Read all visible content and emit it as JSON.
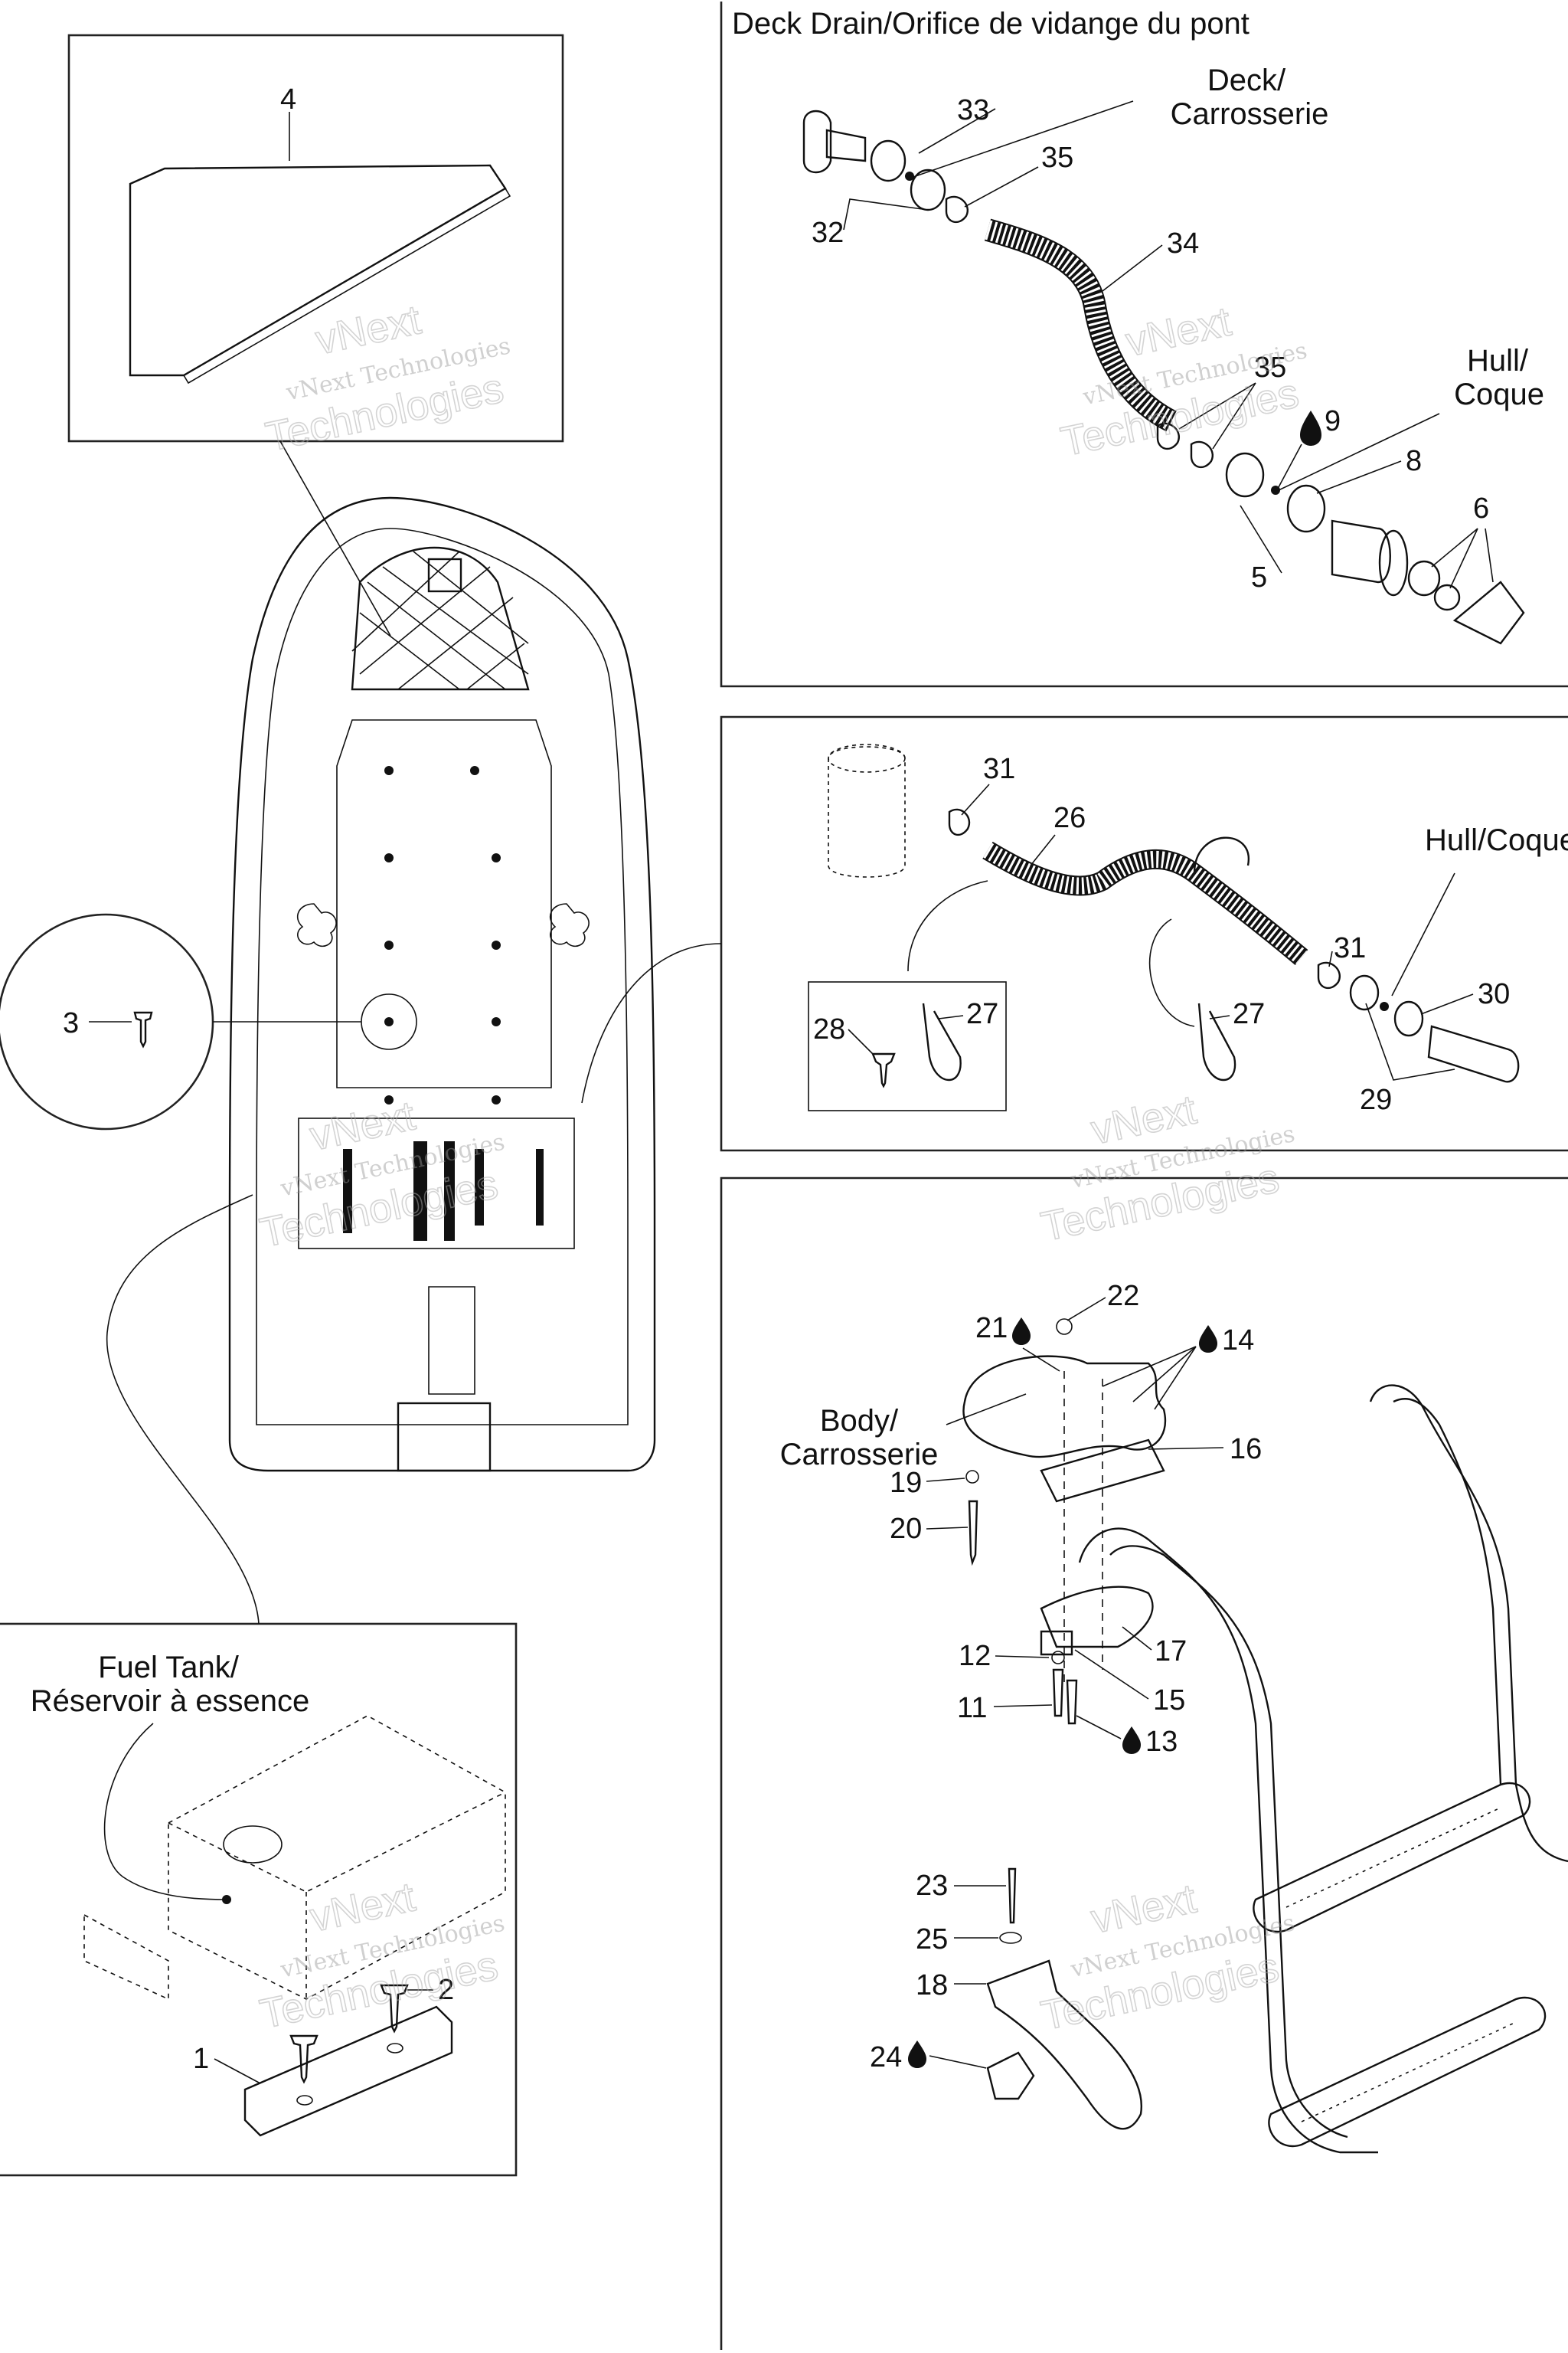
{
  "panels": {
    "deck_drain": {
      "title": "Deck Drain/Orifice de vidange du pont",
      "deck_label_1": "Deck/",
      "deck_label_2": "Carrosserie",
      "hull_label_1": "Hull/",
      "hull_label_2": "Coque",
      "callouts": {
        "c33": "33",
        "c35a": "35",
        "c32": "32",
        "c34": "34",
        "c35b": "35",
        "c9": "9",
        "c8": "8",
        "c6": "6",
        "c5": "5"
      }
    },
    "bilge_hose": {
      "hull_label": "Hull/Coque",
      "callouts": {
        "c31a": "31",
        "c26": "26",
        "c28": "28",
        "c27a": "27",
        "c27b": "27",
        "c31b": "31",
        "c30": "30",
        "c29": "29"
      }
    },
    "ladder": {
      "body_label_1": "Body/",
      "body_label_2": "Carrosserie",
      "callouts": {
        "c22": "22",
        "c21": "21",
        "c14": "14",
        "c16": "16",
        "c19": "19",
        "c20": "20",
        "c17": "17",
        "c12": "12",
        "c15": "15",
        "c11": "11",
        "c13": "13",
        "c23": "23",
        "c25": "25",
        "c18": "18",
        "c24": "24"
      }
    },
    "storage_lid": {
      "callouts": {
        "c4": "4"
      }
    },
    "fastener": {
      "callouts": {
        "c3": "3"
      }
    },
    "fuel_tank": {
      "label_1": "Fuel Tank/",
      "label_2": "Réservoir à essence",
      "callouts": {
        "c2": "2",
        "c1": "1"
      }
    }
  },
  "watermark": {
    "line_1": "vNext Technologies",
    "outline_1": "vNext",
    "outline_2": "Technologies"
  },
  "icons": {
    "sealant_drop": "drop-icon"
  }
}
